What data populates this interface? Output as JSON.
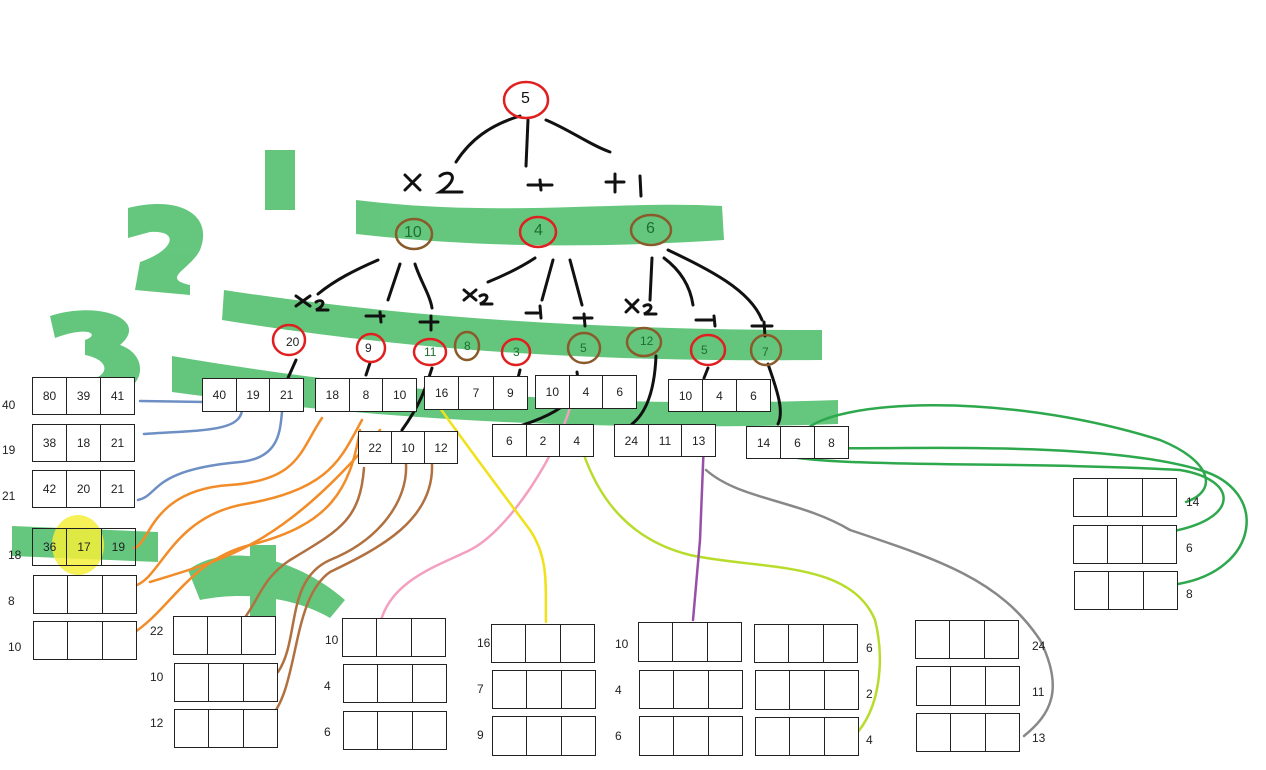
{
  "tree": {
    "root": "5",
    "level1": {
      "ops": [
        "×2",
        "-1",
        "+1"
      ],
      "nodes": [
        "10",
        "4",
        "6"
      ]
    },
    "level2": {
      "ops": [
        "×2",
        "-1",
        "+1",
        "×2",
        "-1",
        "+1",
        "×2",
        "-1",
        "+1"
      ],
      "nodes": [
        "20",
        "9",
        "11",
        "8",
        "3",
        "5",
        "12",
        "5",
        "7"
      ]
    }
  },
  "level_marks": [
    "1",
    "2",
    "3",
    "4"
  ],
  "triples": [
    [
      "40",
      "19",
      "21"
    ],
    [
      "18",
      "8",
      "10"
    ],
    [
      "16",
      "7",
      "9"
    ],
    [
      "10",
      "4",
      "6"
    ],
    [
      "10",
      "4",
      "6"
    ],
    [
      "22",
      "10",
      "12"
    ],
    [
      "6",
      "2",
      "4"
    ],
    [
      "24",
      "11",
      "13"
    ],
    [
      "14",
      "6",
      "8"
    ]
  ],
  "left_column": {
    "rows": [
      {
        "label": "40",
        "cells": [
          "80",
          "39",
          "41"
        ]
      },
      {
        "label": "19",
        "cells": [
          "38",
          "18",
          "21"
        ]
      },
      {
        "label": "21",
        "cells": [
          "42",
          "20",
          "21"
        ]
      },
      {
        "label": "18",
        "cells": [
          "36",
          "17",
          "19"
        ]
      },
      {
        "label": "8",
        "cells": [
          "",
          "",
          ""
        ]
      },
      {
        "label": "10",
        "cells": [
          "",
          "",
          ""
        ]
      }
    ]
  },
  "bottom_groups": [
    {
      "labels": [
        "22",
        "10",
        "12"
      ]
    },
    {
      "labels": [
        "10",
        "4",
        "6"
      ]
    },
    {
      "labels": [
        "16",
        "7",
        "9"
      ]
    },
    {
      "labels": [
        "10",
        "4",
        "6"
      ]
    },
    {
      "labels": [
        "6",
        "2",
        "4"
      ]
    },
    {
      "labels": [
        "24",
        "11",
        "13"
      ]
    }
  ],
  "right_group": {
    "labels": [
      "14",
      "6",
      "8"
    ]
  }
}
